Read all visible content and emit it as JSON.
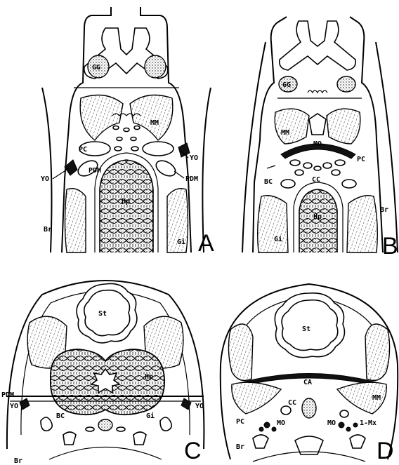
{
  "panels": [
    {
      "id": "A",
      "letter": "A",
      "labels": {
        "gg": "GG",
        "mm": "MM",
        "pc": "PC",
        "yo_left": "YO",
        "yo_right": "YO",
        "pdm_left": "PDM",
        "pdm_right": "PDM",
        "hp": "Hp",
        "br": "Br",
        "gi": "Gi"
      }
    },
    {
      "id": "B",
      "letter": "B",
      "labels": {
        "gg": "GG",
        "mm": "MM",
        "mo": "MO",
        "pc": "PC",
        "bc": "BC",
        "cc": "CC",
        "hp": "Hp",
        "br": "Br",
        "gi": "Gi"
      }
    },
    {
      "id": "C",
      "letter": "C",
      "labels": {
        "st": "St",
        "hp": "Hp",
        "pdm": "PDM",
        "yo_left": "YO",
        "yo_right": "YO",
        "bc": "BC",
        "gi": "Gi",
        "br": "Br"
      }
    },
    {
      "id": "D",
      "letter": "D",
      "labels": {
        "st": "St",
        "ca": "CA",
        "cc": "CC",
        "mm": "MM",
        "pc": "PC",
        "mo_left": "MO",
        "mo_right": "MO",
        "mx": "1-Mx",
        "br": "Br"
      }
    }
  ]
}
